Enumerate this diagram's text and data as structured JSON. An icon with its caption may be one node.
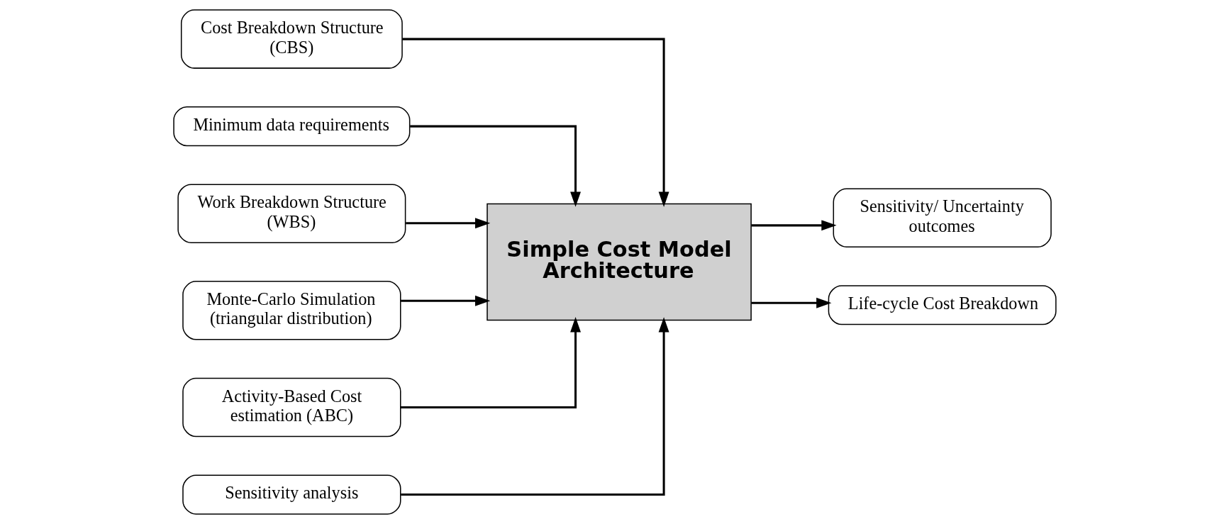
{
  "diagram": {
    "nodes": [
      {
        "text": [
          "Cost Breakdown Structure (CBS)"
        ]
      },
      {
        "text": [
          "Minimum data requirements"
        ]
      },
      {
        "text": [
          "Work Breakdown Structure (WBS)"
        ]
      },
      {
        "text": [
          "Simple Cost Model Architecture"
        ]
      },
      {
        "text": [
          "Sensitivity/ Uncertainty outcomes"
        ]
      },
      {
        "text": [
          "Life-cycle Cost Breakdown"
        ]
      },
      {
        "text": [
          "Monte-Carlo Simulation (triangular distribution)"
        ]
      },
      {
        "text": [
          "Activity-Based Cost estimation (ABC)"
        ]
      },
      {
        "text": [
          "Sensitivity analysis"
        ]
      }
    ],
    "edges": [
      {
        "from": 0,
        "to": 3,
        "arrow": "to"
      },
      {
        "from": 1,
        "to": 3,
        "arrow": "to"
      },
      {
        "from": 2,
        "to": 3,
        "arrow": "to"
      },
      {
        "from": 3,
        "to": 4,
        "arrow": "to"
      },
      {
        "from": 3,
        "to": 5,
        "arrow": "to"
      },
      {
        "from": 6,
        "to": 3,
        "arrow": "to"
      },
      {
        "from": 7,
        "to": 3,
        "arrow": "to"
      },
      {
        "from": 8,
        "to": 3,
        "arrow": "to"
      }
    ]
  }
}
